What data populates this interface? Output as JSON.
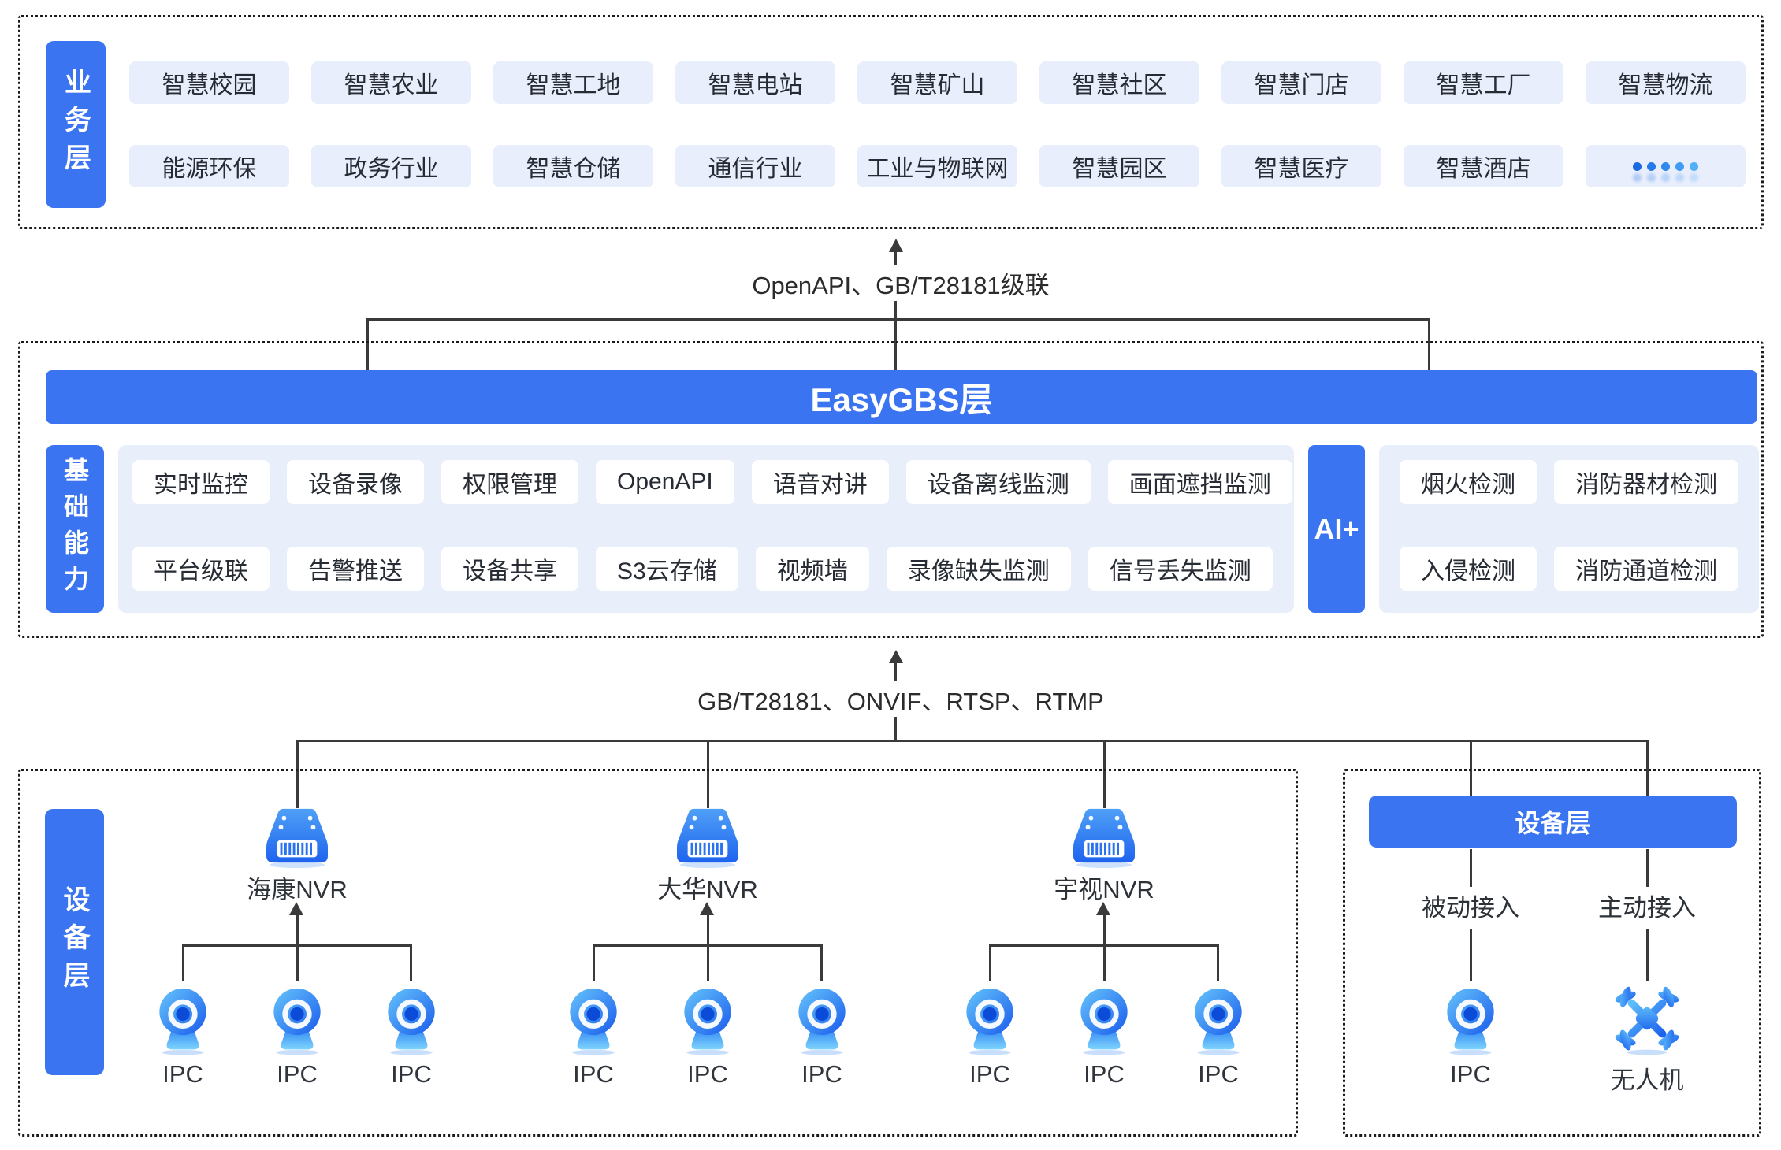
{
  "colors": {
    "primary_blue": "#3B74F1",
    "chip_bg": "#E8EEFC",
    "panel_bg": "#E9EEFB",
    "line": "#3A3A3A",
    "more_dots": [
      "#1B6AE2",
      "#2679E8",
      "#3189EE",
      "#3F9BF3",
      "#52B0F8"
    ]
  },
  "business_layer": {
    "label": "业务层",
    "row1": [
      "智慧校园",
      "智慧农业",
      "智慧工地",
      "智慧电站",
      "智慧矿山",
      "智慧社区",
      "智慧门店",
      "智慧工厂",
      "智慧物流"
    ],
    "row2": [
      "能源环保",
      "政务行业",
      "智慧仓储",
      "通信行业",
      "工业与物联网",
      "智慧园区",
      "智慧医疗",
      "智慧酒店"
    ],
    "more_indicator": "•••••"
  },
  "link_top": {
    "label": "OpenAPI、GB/T28181级联"
  },
  "platform_layer": {
    "title": "EasyGBS层",
    "label": "基础能力",
    "row1": [
      "实时监控",
      "设备录像",
      "权限管理",
      "OpenAPI",
      "语音对讲",
      "设备离线监测",
      "画面遮挡监测"
    ],
    "row2": [
      "平台级联",
      "告警推送",
      "设备共享",
      "S3云存储",
      "视频墙",
      "录像缺失监测",
      "信号丢失监测"
    ],
    "ai_label": "AI+",
    "ai_row1": [
      "烟火检测",
      "消防器材检测"
    ],
    "ai_row2": [
      "入侵检测",
      "消防通道检测"
    ]
  },
  "link_bottom": {
    "label": "GB/T28181、ONVIF、RTSP、RTMP"
  },
  "device_layer": {
    "label": "设备层",
    "nvr_groups": [
      {
        "name": "海康NVR",
        "icon": "nvr-icon",
        "cameras": [
          "IPC",
          "IPC",
          "IPC"
        ]
      },
      {
        "name": "大华NVR",
        "icon": "nvr-icon",
        "cameras": [
          "IPC",
          "IPC",
          "IPC"
        ]
      },
      {
        "name": "宇视NVR",
        "icon": "nvr-icon",
        "cameras": [
          "IPC",
          "IPC",
          "IPC"
        ]
      }
    ],
    "access_panel": {
      "title": "设备层",
      "columns": [
        {
          "mode": "被动接入",
          "device": "IPC",
          "icon": "ipc-camera-icon"
        },
        {
          "mode": "主动接入",
          "device": "无人机",
          "icon": "drone-icon"
        }
      ]
    }
  }
}
